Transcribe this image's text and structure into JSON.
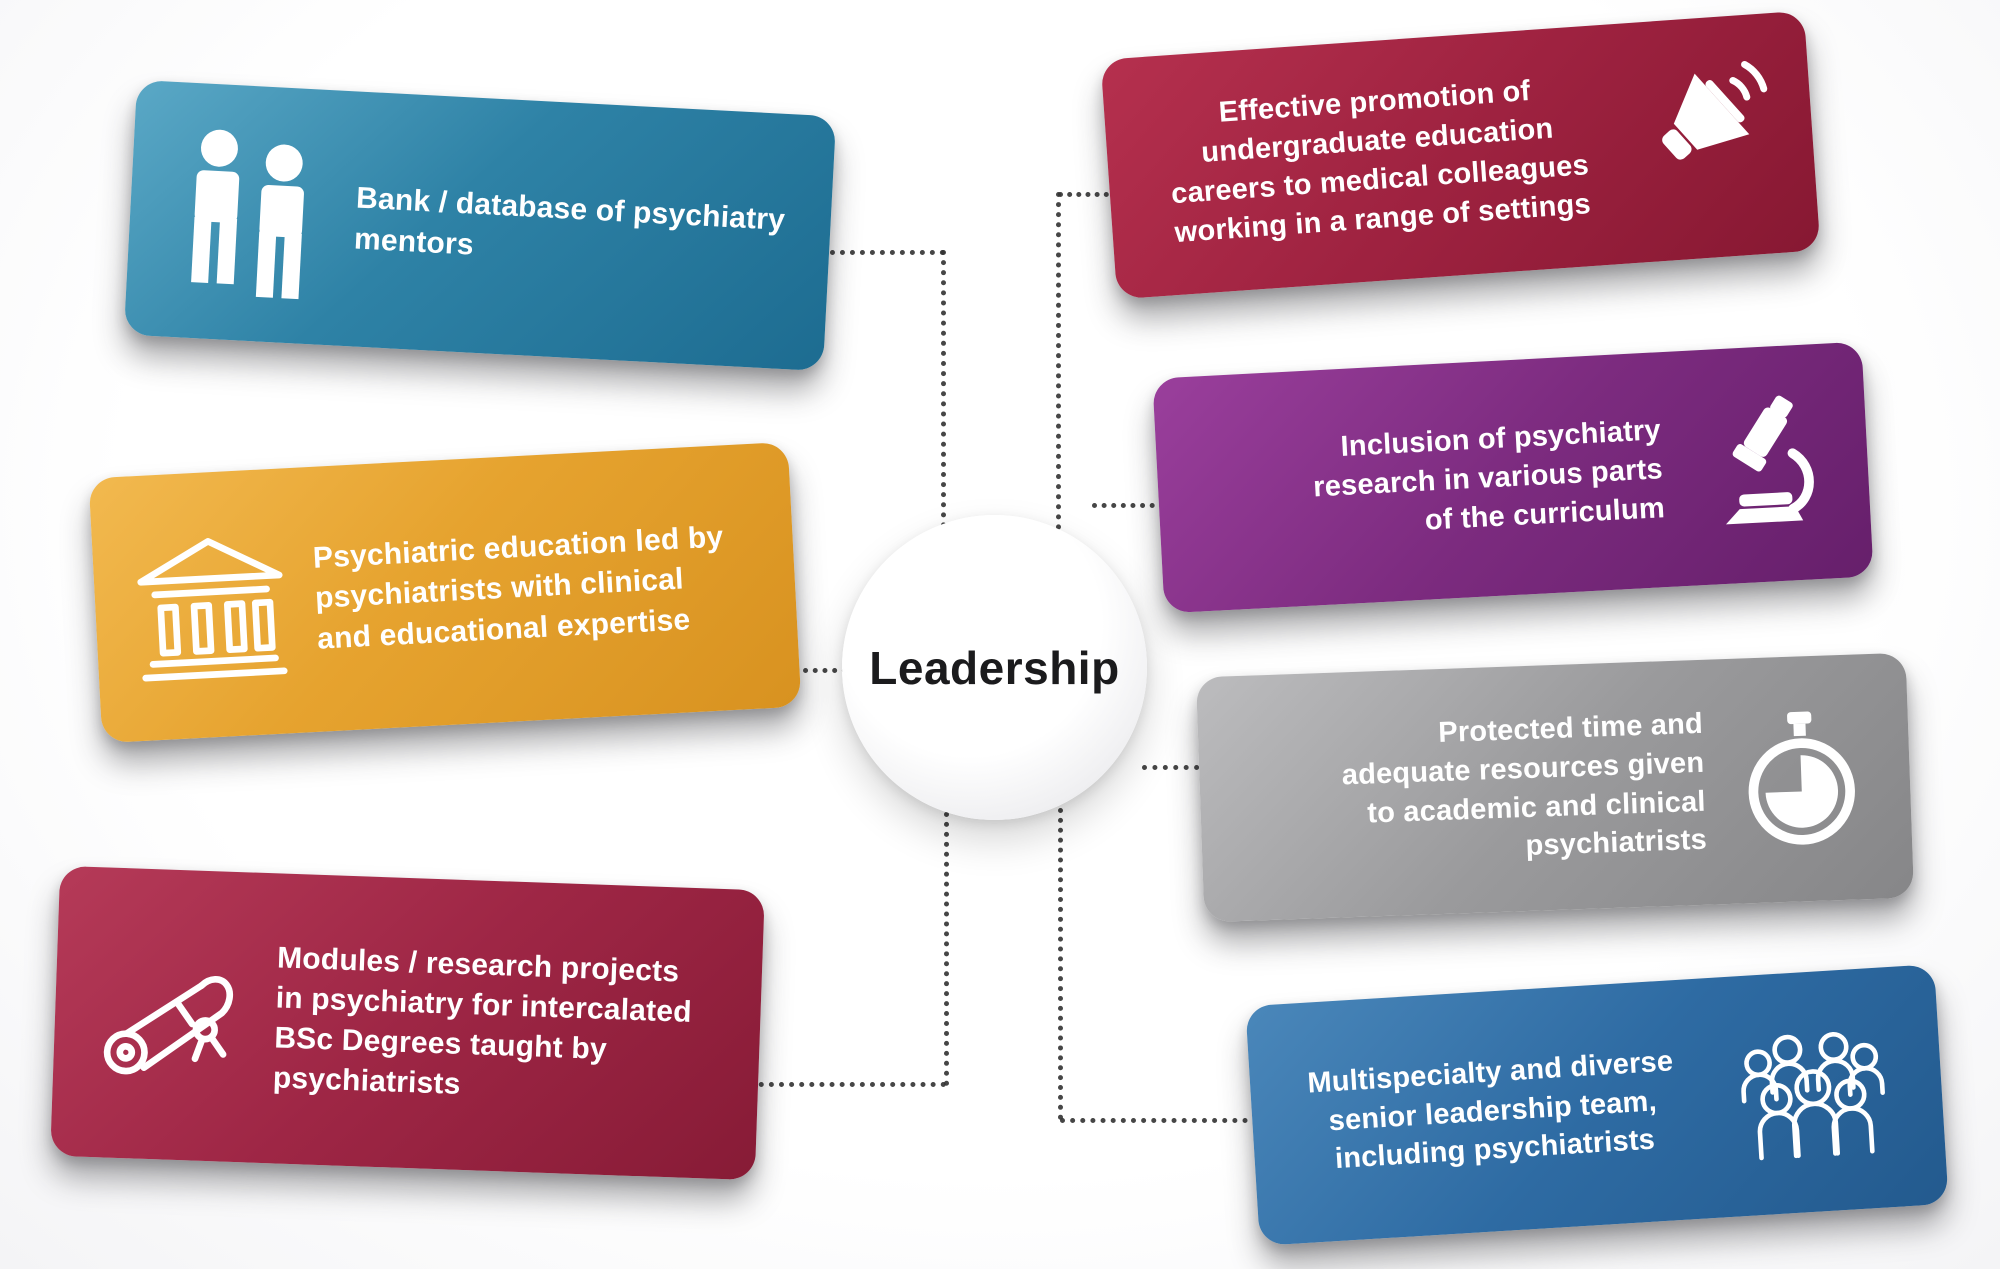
{
  "center": {
    "label": "Leadership"
  },
  "colors": {
    "teal": "#2e82a6",
    "orange": "#e6a32f",
    "maroon_left": "#9e2645",
    "maroon_right": "#9e2240",
    "purple": "#7c2b7f",
    "gray": "#9a9a9c",
    "blue": "#2e6ba3",
    "connector_line": "#333333",
    "center_text": "#1b1b1d",
    "card_text": "#ffffff"
  },
  "cards": [
    {
      "id": "mentors",
      "icon": "people-pair-icon",
      "color": "#2e82a6",
      "text": "Bank / database of psychiatry\nmentors"
    },
    {
      "id": "education-led",
      "icon": "bank-building-icon",
      "color": "#e6a32f",
      "text": "Psychiatric education led by\npsychiatrists with clinical\nand educational expertise"
    },
    {
      "id": "modules",
      "icon": "scroll-icon",
      "color": "#9e2645",
      "text": "Modules / research projects\nin psychiatry for intercalated\nBSc Degrees taught by\npsychiatrists"
    },
    {
      "id": "promotion",
      "icon": "megaphone-icon",
      "color": "#9e2240",
      "text": "Effective promotion of\nundergraduate education\ncareers to medical colleagues\nworking in a range of settings"
    },
    {
      "id": "research-inclusion",
      "icon": "microscope-icon",
      "color": "#7c2b7f",
      "text": "Inclusion of psychiatry\nresearch in various parts\nof the curriculum"
    },
    {
      "id": "protected-time",
      "icon": "stopwatch-icon",
      "color": "#9a9a9c",
      "text": "Protected time and\nadequate resources given\nto academic and clinical\npsychiatrists"
    },
    {
      "id": "leadership-team",
      "icon": "people-group-icon",
      "color": "#2e6ba3",
      "text": "Multispecialty and diverse\nsenior leadership team,\nincluding psychiatrists"
    }
  ]
}
